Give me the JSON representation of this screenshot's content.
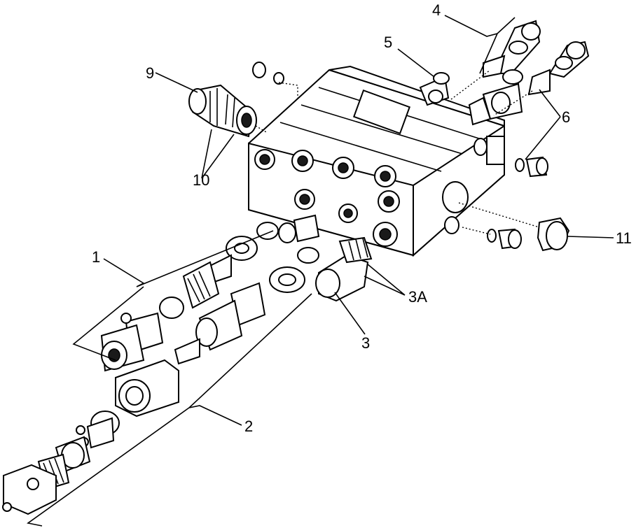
{
  "callouts": {
    "c1": "1",
    "c2": "2",
    "c3": "3",
    "c3a": "3A",
    "c4": "4",
    "c5": "5",
    "c6": "6",
    "c9": "9",
    "c10": "10",
    "c11": "11"
  }
}
